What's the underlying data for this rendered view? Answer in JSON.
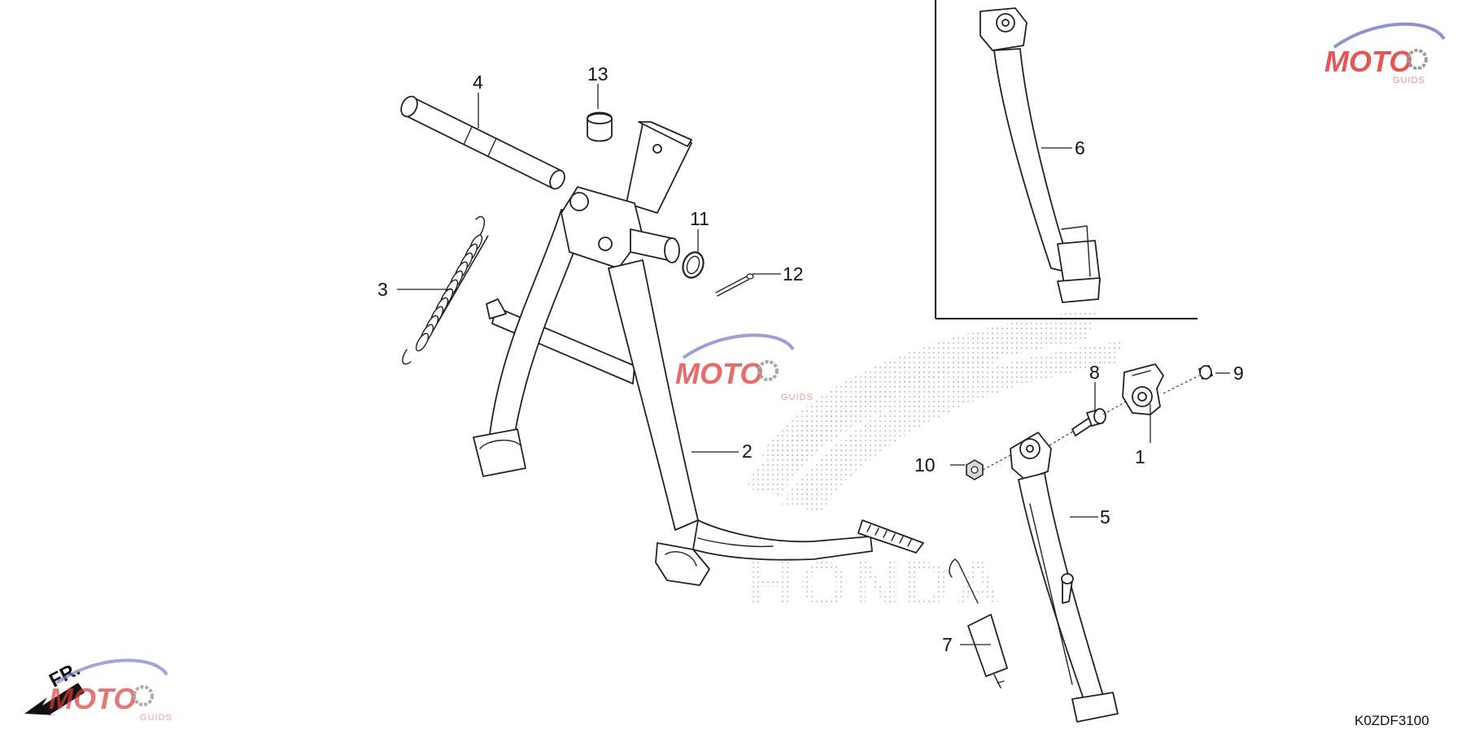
{
  "diagram": {
    "callouts": [
      "1",
      "2",
      "3",
      "4",
      "5",
      "6",
      "7",
      "8",
      "9",
      "10",
      "11",
      "12",
      "13"
    ],
    "diagram_code": "K0ZDF3100",
    "direction_label": "FR.",
    "watermark": {
      "brand": "MOTO",
      "sub": "GUIDS",
      "colors": {
        "red": "#e03a3a",
        "grey": "#8a8a8a",
        "blue": "#7a7fc8"
      }
    },
    "background_text": "HONDA"
  }
}
